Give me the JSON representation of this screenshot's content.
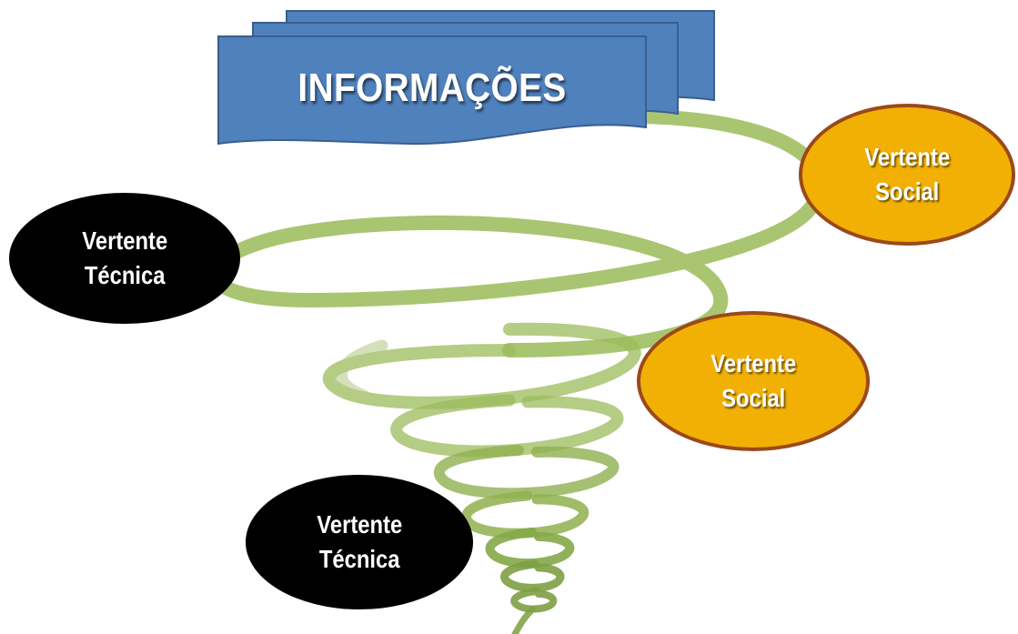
{
  "banner": {
    "title": "INFORMAÇÕES",
    "color": "#4f81bd",
    "border_color": "#3a5f8f"
  },
  "spiral": {
    "color": "#9bbb59"
  },
  "nodes": {
    "tech_1": {
      "line1": "Vertente",
      "line2": "Técnica"
    },
    "tech_2": {
      "line1": "Vertente",
      "line2": "Técnica"
    },
    "social_1": {
      "line1": "Vertente",
      "line2": "Social"
    },
    "social_2": {
      "line1": "Vertente",
      "line2": "Social"
    }
  },
  "colors": {
    "tech_fill": "#000000",
    "social_fill": "#f2b005",
    "social_border": "#9a4a1a"
  }
}
